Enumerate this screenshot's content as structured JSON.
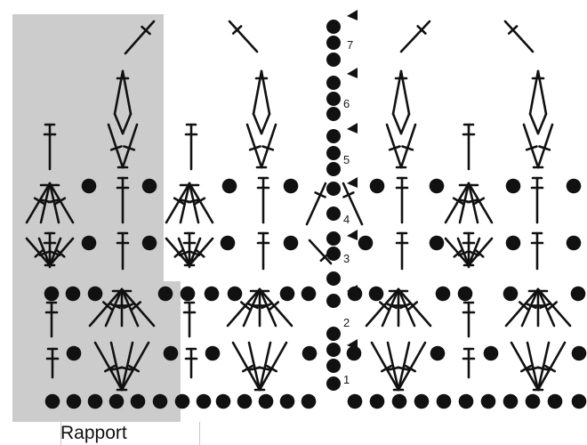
{
  "diagram": {
    "row_labels": [
      "1",
      "2",
      "3",
      "4",
      "5",
      "6",
      "7"
    ],
    "caption": "Rapport",
    "colors": {
      "ink": "#111111",
      "repeat_shading": "#cccccc",
      "background": "#ffffff"
    },
    "symbols": [
      "chain",
      "double-crochet",
      "fan-of-treble-crochets",
      "cluster",
      "turning-arrow"
    ]
  }
}
